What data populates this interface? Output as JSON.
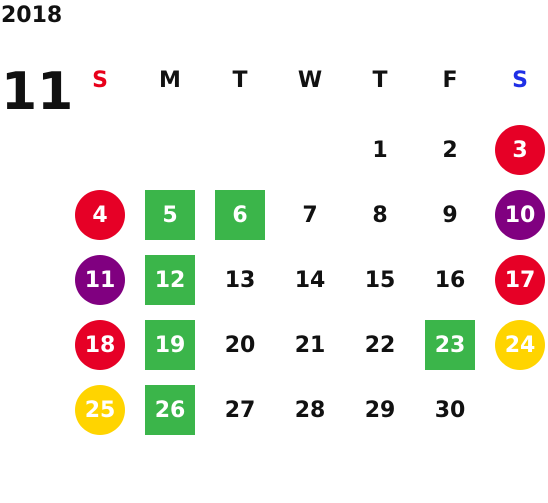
{
  "calendar": {
    "year": "2018",
    "month": "11",
    "weekdays": [
      {
        "label": "S",
        "color": "#e8001a"
      },
      {
        "label": "M",
        "color": "#111111"
      },
      {
        "label": "T",
        "color": "#111111"
      },
      {
        "label": "W",
        "color": "#111111"
      },
      {
        "label": "T",
        "color": "#111111"
      },
      {
        "label": "F",
        "color": "#111111"
      },
      {
        "label": "S",
        "color": "#1f2fe6"
      }
    ],
    "legend_colors": {
      "red": "#e60026",
      "purple": "#800080",
      "green": "#3bb54a",
      "yellow": "#ffd400"
    },
    "weeks": [
      [
        {
          "day": ""
        },
        {
          "day": ""
        },
        {
          "day": ""
        },
        {
          "day": ""
        },
        {
          "day": "1"
        },
        {
          "day": "2"
        },
        {
          "day": "3",
          "mark": "circle",
          "color": "#e60026"
        }
      ],
      [
        {
          "day": "4",
          "mark": "circle",
          "color": "#e60026"
        },
        {
          "day": "5",
          "mark": "square",
          "color": "#3bb54a"
        },
        {
          "day": "6",
          "mark": "square",
          "color": "#3bb54a"
        },
        {
          "day": "7"
        },
        {
          "day": "8"
        },
        {
          "day": "9"
        },
        {
          "day": "10",
          "mark": "circle",
          "color": "#800080"
        }
      ],
      [
        {
          "day": "11",
          "mark": "circle",
          "color": "#800080"
        },
        {
          "day": "12",
          "mark": "square",
          "color": "#3bb54a"
        },
        {
          "day": "13"
        },
        {
          "day": "14"
        },
        {
          "day": "15"
        },
        {
          "day": "16"
        },
        {
          "day": "17",
          "mark": "circle",
          "color": "#e60026"
        }
      ],
      [
        {
          "day": "18",
          "mark": "circle",
          "color": "#e60026"
        },
        {
          "day": "19",
          "mark": "square",
          "color": "#3bb54a"
        },
        {
          "day": "20"
        },
        {
          "day": "21"
        },
        {
          "day": "22"
        },
        {
          "day": "23",
          "mark": "square",
          "color": "#3bb54a"
        },
        {
          "day": "24",
          "mark": "circle",
          "color": "#ffd400"
        }
      ],
      [
        {
          "day": "25",
          "mark": "circle",
          "color": "#ffd400"
        },
        {
          "day": "26",
          "mark": "square",
          "color": "#3bb54a"
        },
        {
          "day": "27"
        },
        {
          "day": "28"
        },
        {
          "day": "29"
        },
        {
          "day": "30"
        },
        {
          "day": ""
        }
      ]
    ]
  }
}
